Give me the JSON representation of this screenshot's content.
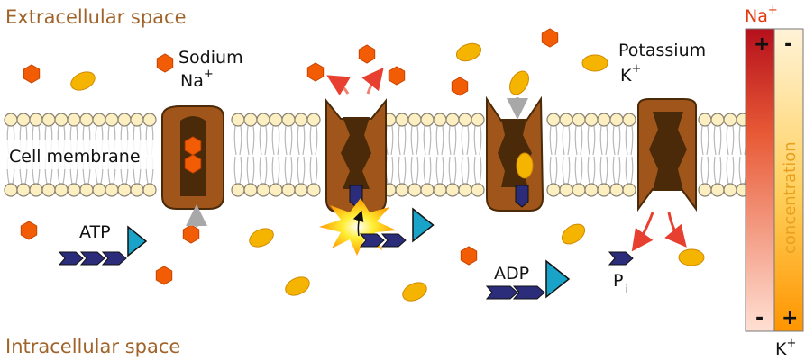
{
  "labels": {
    "extracellular": "Extracellular space",
    "intracellular": "Intracellular space",
    "membrane": "Cell membrane",
    "sodium_name": "Sodium",
    "sodium_symbol": "Na",
    "sodium_charge": "+",
    "potassium_name": "Potassium",
    "potassium_symbol": "K",
    "potassium_charge": "+",
    "atp": "ATP",
    "adp": "ADP",
    "phosphate": "P",
    "phosphate_sub": "i"
  },
  "gradient_bar": {
    "top_label": "Na",
    "top_label_charge": "+",
    "bottom_label": "K",
    "bottom_label_charge": "+",
    "axis_label": "concentration",
    "na_top_sign": "+",
    "na_bottom_sign": "-",
    "k_top_sign": "-",
    "k_bottom_sign": "+",
    "na_color_high": "#c1121f",
    "na_color_low": "#ffd6c8",
    "k_color_high": "#ff9a00",
    "k_color_low": "#fff2d4"
  },
  "colors": {
    "sodium_ion": "#f25c05",
    "potassium_ion": "#f5b400",
    "protein": "#a0561b",
    "protein_dark": "#4a2a08",
    "phosphate": "#2b2d7a",
    "atp_triangle": "#1aa3c9",
    "lipid_head": "#fcefc2",
    "arrow_red": "#e84030",
    "arrow_gray": "#b0b0b0"
  }
}
